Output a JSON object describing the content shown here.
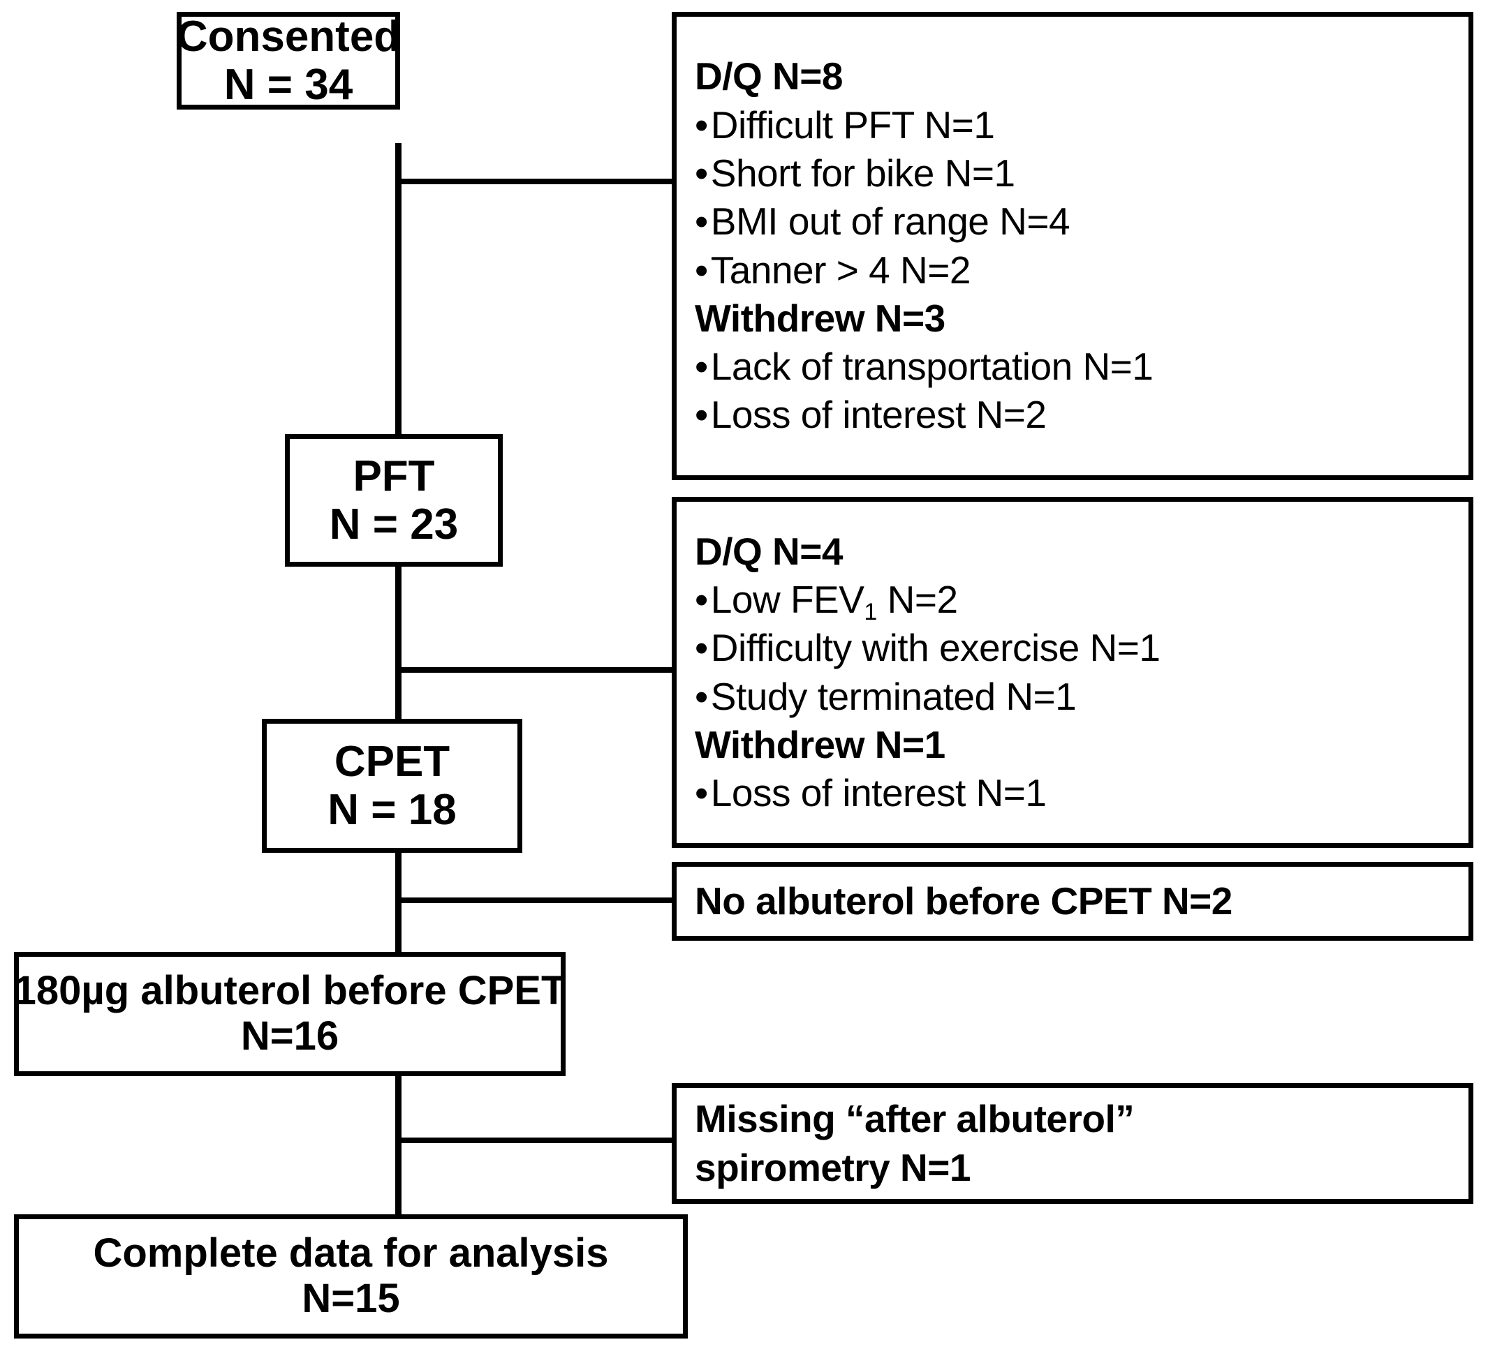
{
  "diagram": {
    "title": "Study participant flow diagram",
    "accent_color": "#000000",
    "background_color": "#ffffff"
  },
  "nodes": [
    {
      "id": "consented",
      "line1": "Consented",
      "line2": "N = 34"
    },
    {
      "id": "pft",
      "line1": "PFT",
      "line2": "N = 23"
    },
    {
      "id": "cpet",
      "line1": "CPET",
      "line2": "N = 18"
    },
    {
      "id": "albuterol",
      "line1": "180µg albuterol before CPET",
      "line2": "N=16"
    },
    {
      "id": "complete",
      "line1": "Complete data for analysis",
      "line2": "N=15"
    }
  ],
  "exclusions": [
    {
      "id": "excl-1",
      "groups": [
        {
          "header": "D/Q N=8",
          "items": [
            "Difficult PFT N=1",
            "Short for bike N=1",
            "BMI out of range N=4",
            "Tanner > 4 N=2"
          ]
        },
        {
          "header": "Withdrew N=3",
          "items": [
            "Lack of transportation N=1",
            "Loss of interest N=2"
          ]
        }
      ]
    },
    {
      "id": "excl-2",
      "groups": [
        {
          "header": "D/Q N=4",
          "items": [
            "Low FEV₁ N=2",
            "Difficulty with exercise N=1",
            "Study terminated N=1"
          ]
        },
        {
          "header": "Withdrew N=1",
          "items": [
            "Loss of interest N=1"
          ]
        }
      ]
    }
  ],
  "notes": [
    {
      "id": "no-albuterol",
      "line1": "No albuterol before CPET N=2",
      "line2": ""
    },
    {
      "id": "missing-spirometry",
      "line1": "Missing “after albuterol”",
      "line2": "spirometry N=1"
    }
  ],
  "bullet_glyph": "•"
}
